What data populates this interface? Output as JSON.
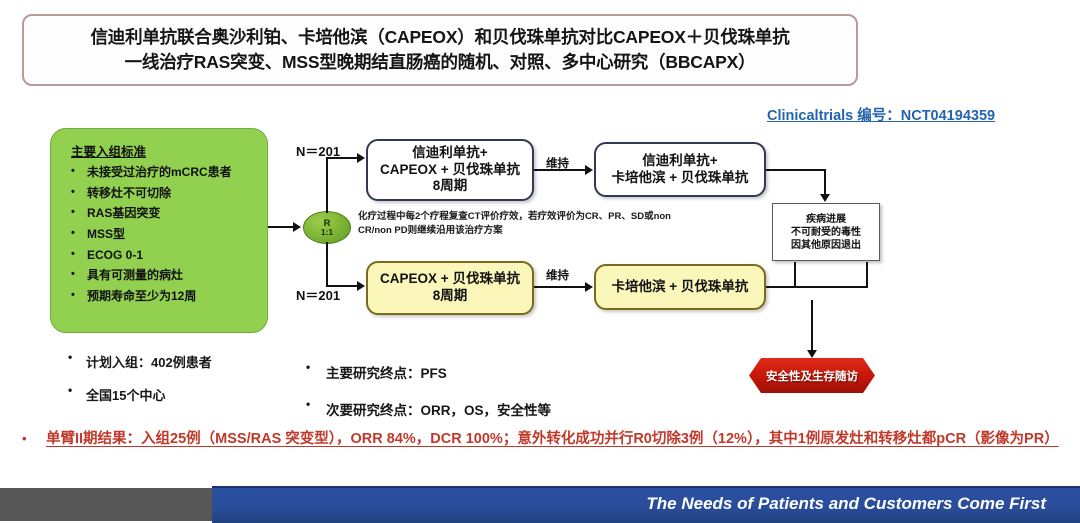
{
  "title": {
    "line1": "信迪利单抗联合奥沙利铂、卡培他滨（CAPEOX）和贝伐珠单抗对比CAPEOX＋贝伐珠单抗",
    "line2": "一线治疗RAS突变、MSS型晚期结直肠癌的随机、对照、多中心研究（BBCAPX）"
  },
  "registry": {
    "label": "Clinicaltrials 编号：NCT04194359"
  },
  "criteria": {
    "heading": "主要入组标准",
    "items": [
      "未接受过治疗的mCRC患者",
      "转移灶不可切除",
      "RAS基因突变",
      "MSS型",
      "ECOG 0-1",
      "具有可测量的病灶",
      "预期寿命至少为12周"
    ]
  },
  "enrollment": {
    "planned": "计划入组：402例患者",
    "centers": "全国15个中心"
  },
  "endpoints": {
    "primary": "主要研究终点：PFS",
    "secondary": "次要研究终点：ORR，OS，安全性等"
  },
  "randomization": {
    "letter": "R",
    "ratio": "1:1",
    "n_top": "N＝201",
    "n_bottom": "N＝201"
  },
  "arms": {
    "a_induction": {
      "line1": "信迪利单抗+",
      "line2": "CAPEOX + 贝伐珠单抗",
      "line3": "8周期"
    },
    "a_maintenance": {
      "line1": "信迪利单抗+",
      "line2": "卡培他滨 + 贝伐珠单抗"
    },
    "b_induction": {
      "line1": "CAPEOX + 贝伐珠单抗",
      "line2": "8周期"
    },
    "b_maintenance": {
      "line1": "卡培他滨 + 贝伐珠单抗"
    },
    "maintenance_label_top": "维持",
    "maintenance_label_bottom": "维持"
  },
  "ct_note": "化疗过程中每2个疗程复查CT评价疗效，若疗效评价为CR、PR、SD或non CR/non PD则继续沿用该治疗方案",
  "progression": {
    "line1": "疾病进展",
    "line2": "不可耐受的毒性",
    "line3": "因其他原因退出"
  },
  "safety_followup": {
    "label": "安全性及生存随访"
  },
  "summary": {
    "text": "单臂II期结果：入组25例（MSS/RAS 突变型），ORR 84%，DCR 100%；意外转化成功并行R0切除3例（12%），其中1例原发灶和转移灶都pCR（影像为PR）"
  },
  "footer": {
    "tagline": "The Needs of Patients and Customers Come First"
  },
  "colors": {
    "criteria_green": "#92d050",
    "arm_yellow": "#fbf6ba",
    "safety_red": "#c8180a",
    "registry_blue": "#2565ae",
    "summary_red": "#c0392b",
    "footer_blue": "#2a4d9b"
  }
}
